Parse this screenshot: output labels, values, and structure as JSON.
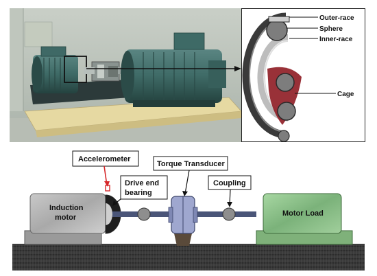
{
  "bearing_callouts": {
    "outer_race": "Outer-race",
    "sphere": "Sphere",
    "inner_race": "Inner-race",
    "cage": "Cage"
  },
  "schematic_labels": {
    "accelerometer": "Accelerometer",
    "drive_end_line1": "Drive end",
    "drive_end_line2": "bearing",
    "torque_transducer": "Torque Transducer",
    "coupling": "Coupling",
    "induction_line1": "Induction",
    "induction_line2": "motor",
    "motor_load": "Motor Load"
  },
  "colors": {
    "motor_green": "#3e6a66",
    "wood": "#e6d9a2",
    "load_green": "#9fd49b",
    "shaft": "#4a5578",
    "accelerometer_red": "#d6272a",
    "cage_red": "#8e1b22"
  }
}
